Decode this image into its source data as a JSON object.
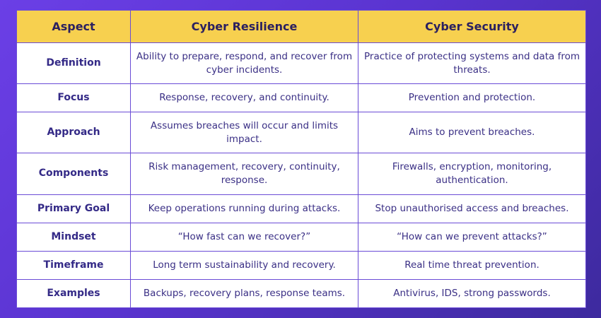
{
  "header": {
    "aspect": "Aspect",
    "resilience": "Cyber Resilience",
    "security": "Cyber Security"
  },
  "rows": [
    {
      "aspect": "Definition",
      "resilience": "Ability to prepare, respond, and recover from cyber incidents.",
      "security": "Practice of protecting systems and data from threats."
    },
    {
      "aspect": "Focus",
      "resilience": "Response, recovery, and continuity.",
      "security": "Prevention and protection."
    },
    {
      "aspect": "Approach",
      "resilience": "Assumes breaches will occur and limits impact.",
      "security": "Aims to prevent breaches."
    },
    {
      "aspect": "Components",
      "resilience": "Risk management, recovery, continuity, response.",
      "security": "Firewalls, encryption, monitoring, authentication."
    },
    {
      "aspect": "Primary Goal",
      "resilience": "Keep operations running during attacks.",
      "security": "Stop unauthorised access and breaches."
    },
    {
      "aspect": "Mindset",
      "resilience": "“How fast can we recover?”",
      "security": "“How can we prevent attacks?”"
    },
    {
      "aspect": "Timeframe",
      "resilience": "Long term sustainability and recovery.",
      "security": "Real time threat prevention."
    },
    {
      "aspect": "Examples",
      "resilience": "Backups, recovery plans, response teams.",
      "security": "Antivirus, IDS, strong passwords."
    }
  ],
  "colors": {
    "header_bg": "#f7d04f",
    "border": "#6a4bd6",
    "text": "#3a2f85",
    "background_gradient_start": "#6b3fe6",
    "background_gradient_end": "#3d2a9e"
  }
}
